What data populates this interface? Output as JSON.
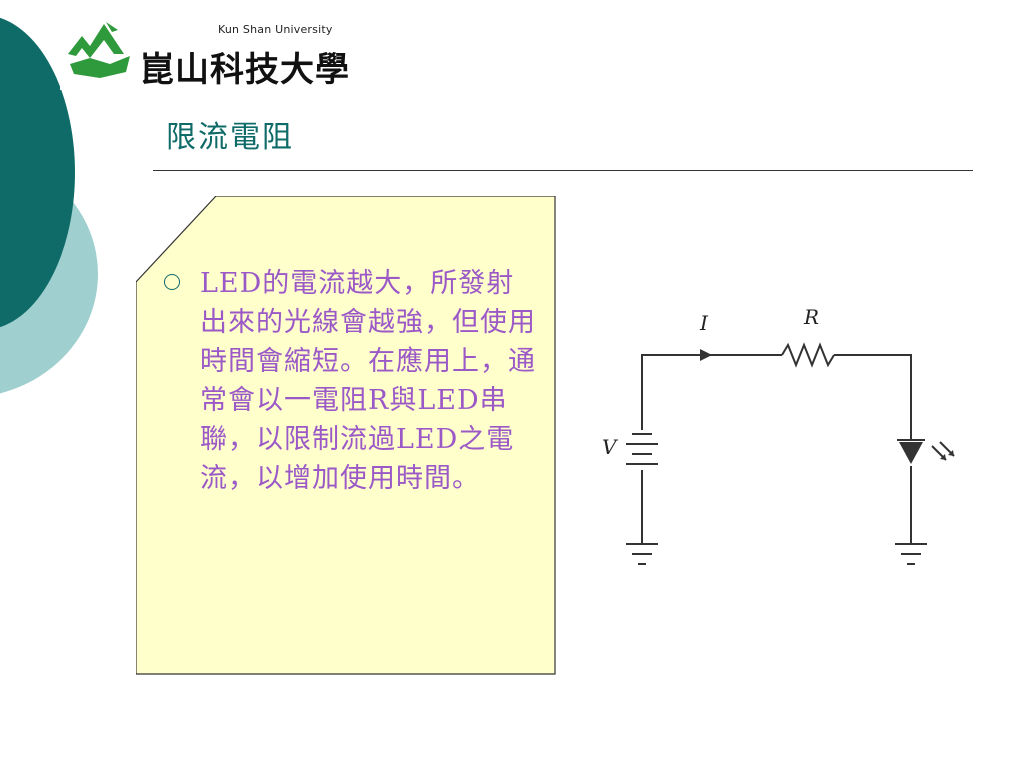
{
  "logo": {
    "name_en": "Kun Shan University",
    "name_zh": "崑山科技大學"
  },
  "slide": {
    "title": "限流電阻",
    "body": "LED的電流越大，所發射出來的光線會越強，但使用時間會縮短。在應用上，通常會以一電阻R與LED串聯，以限制流過LED之電流，以增加使用時間。"
  },
  "circuit": {
    "current_label": "I",
    "resistor_label": "R",
    "source_label": "V"
  },
  "colors": {
    "title": "#0e6b68",
    "body_text": "#9b59c8",
    "note_fill": "#ffffcc",
    "circle_dark": "#0e6b68",
    "circle_light": "#9fcfcf",
    "logo_green": "#2e9a3b"
  }
}
